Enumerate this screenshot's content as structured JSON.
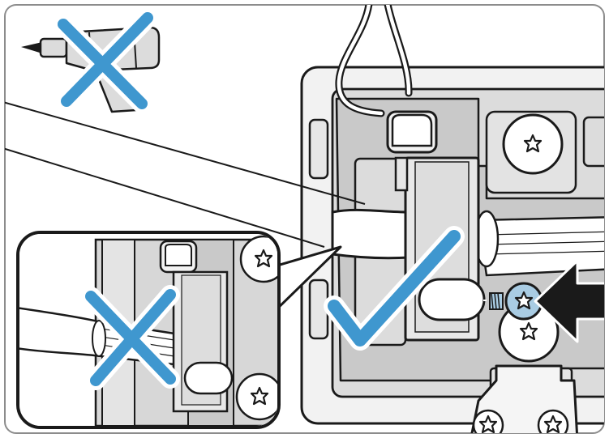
{
  "illustration": {
    "kind": "installation-instruction",
    "steps": [
      {
        "name": "screwdriver",
        "verdict": "not-allowed"
      },
      {
        "name": "cable-routing",
        "verdict": "not-allowed"
      },
      {
        "name": "clip-mount",
        "verdict": "correct"
      }
    ]
  },
  "colors": {
    "outline": "#1a1a1a",
    "part_light": "#f2f2f2",
    "part_mid": "#dcdcdc",
    "part_dark": "#c6c6c6",
    "accent_blue": "#3f97cf",
    "screw_blue": "#a9cce3",
    "frame": "#8c8c8c"
  },
  "icons": {
    "forbidden": "x-mark-icon",
    "allowed": "checkmark-icon",
    "direction": "arrow-left-icon",
    "screw_head": "torx-screw-icon"
  }
}
